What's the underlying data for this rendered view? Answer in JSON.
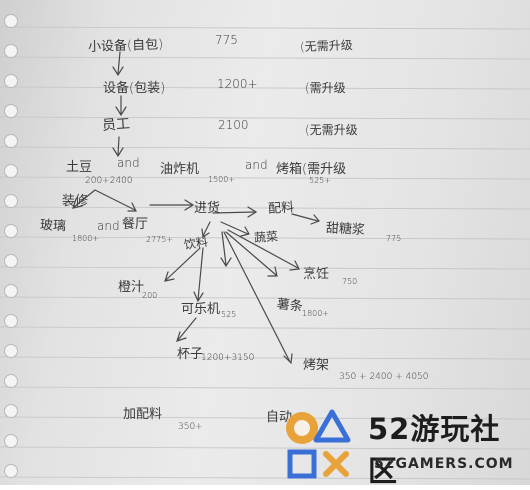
{
  "notes": {
    "row1": {
      "item": "小设备(自包)",
      "price": "775",
      "note": "(无需升级"
    },
    "row2": {
      "item": "设备(包装)",
      "price": "1200+",
      "note": "(需升级"
    },
    "row3": {
      "item": "员工",
      "price": "2100",
      "note": "(无需升级"
    },
    "row4": {
      "a": "土豆",
      "a_price": "200+2400",
      "and1": "and",
      "b": "油炸机",
      "b_price": "1500+",
      "and2": "and",
      "c": "烤箱(需升级",
      "c_price": "525+"
    },
    "row5": {
      "a": "装修",
      "b": "进货",
      "c": "配料"
    },
    "row6": {
      "a": "玻璃",
      "a_price": "1800+",
      "and": "and",
      "b": "餐厅",
      "b_price": "2775+",
      "c": "饮料",
      "d": "蔬菜",
      "e": "甜糖浆",
      "e_price": "775"
    },
    "row7": {
      "a": "橙汁",
      "a_price": "200",
      "b": "烹饪",
      "b_price": "750"
    },
    "row8": {
      "a": "可乐机",
      "a_price": "525",
      "b": "薯条",
      "b_price": "1800+"
    },
    "row9": {
      "a": "杯子",
      "a_price": "1200+3150",
      "b": "烤架",
      "b_price": "350 + 2400 + 4050"
    },
    "row10": {
      "a": "加配料",
      "a_price": "350+",
      "b": "自动"
    }
  },
  "watermark": {
    "number": "52",
    "name": "游玩社区",
    "site": "52GAMERS.COM"
  },
  "colors": {
    "paper": "#e6e6e6",
    "ink": "#3a3a3a",
    "ring": "#e8a23a",
    "shapes": "#3a6fd8"
  }
}
